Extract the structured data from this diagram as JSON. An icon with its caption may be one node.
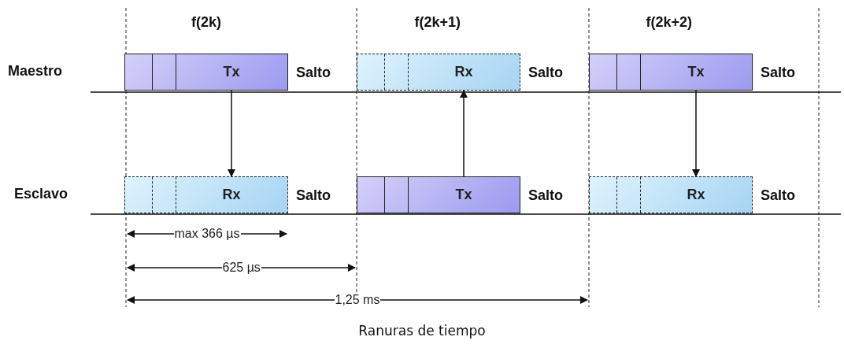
{
  "diagram": {
    "caption": "Ranuras de tiempo",
    "nodes": [
      {
        "text": [
          "Tx"
        ]
      },
      {
        "text": [
          "Rx"
        ]
      },
      {
        "text": [
          "Tx"
        ]
      },
      {
        "text": [
          "Rx"
        ]
      },
      {
        "text": [
          "Tx"
        ]
      },
      {
        "text": [
          "Rx"
        ]
      }
    ],
    "edges": [
      {
        "from": 0,
        "to": 3,
        "arrow": "to"
      },
      {
        "from": 4,
        "to": 1,
        "arrow": "to"
      },
      {
        "from": 2,
        "to": 5,
        "arrow": "to"
      }
    ],
    "labels": [
      "f(2k)",
      "f(2k+1)",
      "f(2k+2)",
      "Maestro",
      "Salto",
      "Salto",
      "Salto",
      "Esclavo",
      "Salto",
      "Salto",
      "Salto",
      "max 366 µs",
      "625 µs",
      "1,25 ms"
    ]
  }
}
